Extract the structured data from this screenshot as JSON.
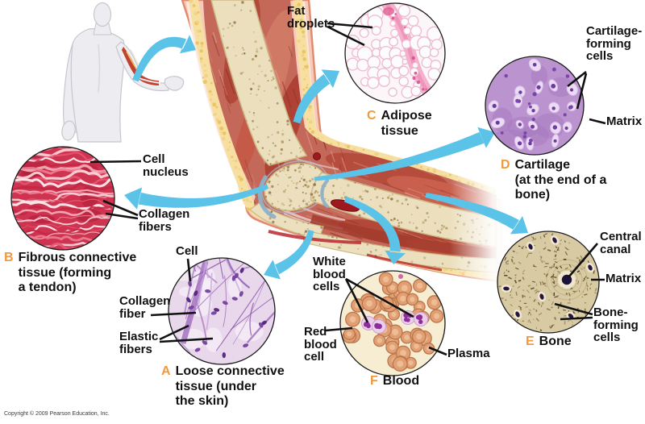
{
  "pointer_labels": {
    "fat_droplets": "Fat\ndroplets",
    "cell_nucleus": "Cell\nnucleus",
    "collagen_fibers": "Collagen\nfibers",
    "cell": "Cell",
    "collagen_fiber": "Collagen\nfiber",
    "elastic_fibers": "Elastic\nfibers",
    "white_blood_cells": "White\nblood\ncells",
    "red_blood_cell": "Red\nblood\ncell",
    "plasma": "Plasma",
    "cartilage_forming_cells": "Cartilage-\nforming\ncells",
    "matrix_cartilage": "Matrix",
    "central_canal": "Central\ncanal",
    "matrix_bone": "Matrix",
    "bone_forming_cells": "Bone-\nforming\ncells"
  },
  "tissue_captions": {
    "a": {
      "letter": "A",
      "text": "Loose connective\ntissue (under\nthe skin)"
    },
    "b": {
      "letter": "B",
      "text": "Fibrous connective\ntissue (forming\na tendon)"
    },
    "c": {
      "letter": "C",
      "text": "Adipose\ntissue"
    },
    "d": {
      "letter": "D",
      "text": "Cartilage\n(at the end of a bone)"
    },
    "e": {
      "letter": "E",
      "text": "Bone"
    },
    "f": {
      "letter": "F",
      "text": "Blood"
    }
  },
  "colors": {
    "letter_accent": "#F0993F",
    "arrow_blue": "#5BC3E8",
    "label_text": "#111111"
  },
  "footer": {
    "copyright": "Copyright © 2009 Pearson Education, Inc."
  }
}
